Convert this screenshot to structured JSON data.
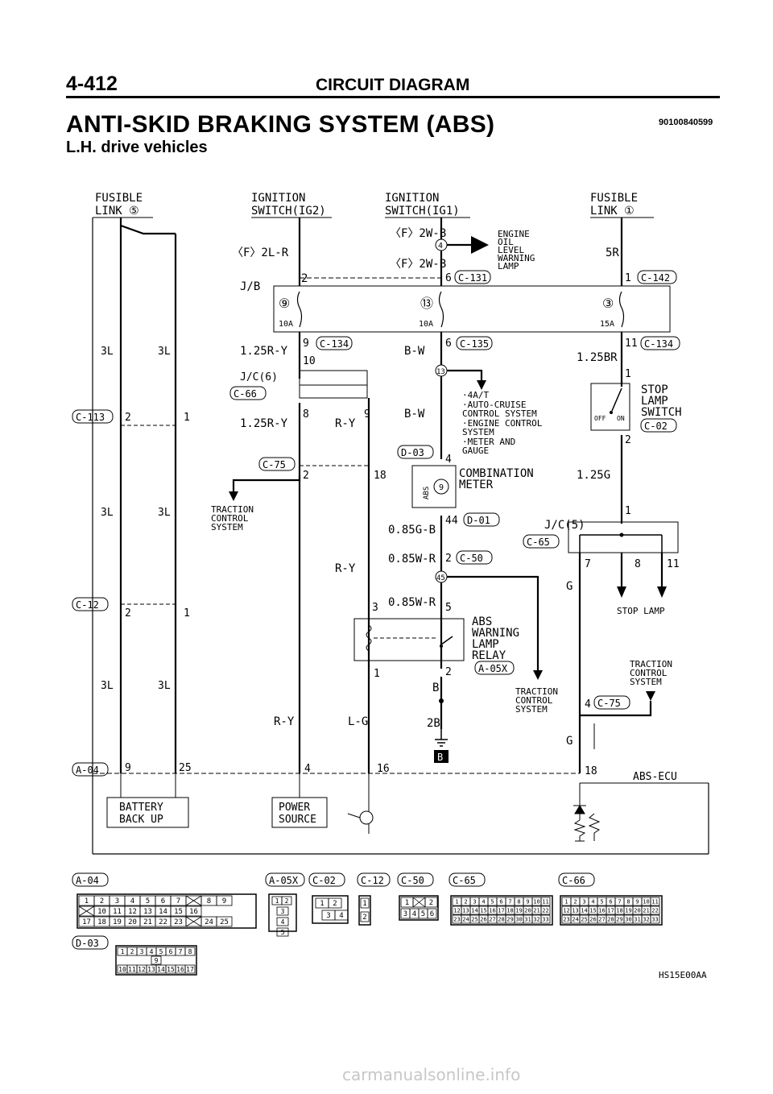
{
  "header": {
    "page_number": "4-412",
    "section": "CIRCUIT DIAGRAM",
    "system_title": "ANTI-SKID BRAKING SYSTEM (ABS)",
    "doc_code": "90100840599",
    "subtitle": "L.H. drive vehicles"
  },
  "diagram": {
    "sources": {
      "fusible_link_5": [
        "FUSIBLE",
        "LINK ⑤"
      ],
      "ign_switch_ig2": [
        "IGNITION",
        "SWITCH(IG2)"
      ],
      "ign_switch_ig1": [
        "IGNITION",
        "SWITCH(IG1)"
      ],
      "fusible_link_1": [
        "FUSIBLE",
        "LINK ①"
      ]
    },
    "wires": {
      "w1": "3L",
      "w2": "3L",
      "w3": "3L",
      "w4": "3L",
      "w5": "3L",
      "w6": "3L",
      "f2l_r": "〈F〉2L-R",
      "f2w_b_1": "〈F〉2W-B",
      "f2w_b_2": "〈F〉2W-B",
      "r5": "5R",
      "w125ry_1": "1.25R-Y",
      "bw_1": "B-W",
      "w125br": "1.25BR",
      "w125ry_2": "1.25R-Y",
      "ry_1": "R-Y",
      "bw_2": "B-W",
      "w125g": "1.25G",
      "w085gb": "0.85G-B",
      "w085wr_1": "0.85W-R",
      "ry_2": "R-Y",
      "w085wr_2": "0.85W-R",
      "ry_3": "R-Y",
      "lg": "L-G",
      "b": "B",
      "b2": "2B",
      "g_1": "G",
      "g_2": "G"
    },
    "connectors": {
      "c113": "C-113",
      "c12": "C-12",
      "a04": "A-04",
      "c131": "C-131",
      "c142": "C-142",
      "c134a": "C-134",
      "c135": "C-135",
      "c134b": "C-134",
      "c66": "C-66",
      "c02": "C-02",
      "c75a": "C-75",
      "d03": "D-03",
      "d01": "D-01",
      "c65": "C-65",
      "c50": "C-50",
      "a05x": "A-05X",
      "c75b": "C-75"
    },
    "pins": {
      "p_c113_2": "2",
      "p_c113_1": "1",
      "p_c12_2": "2",
      "p_c12_1": "1",
      "p_a04_9": "9",
      "p_a04_25": "25",
      "p_jb_2": "2",
      "p_c131_6": "6",
      "p_c142_1": "1",
      "p_c134_9": "9",
      "p_10": "10",
      "p_c135_6": "6",
      "p_c134_11": "11",
      "p_stop_1": "1",
      "p_jc6_8": "8",
      "p_jc6_9": "9",
      "p_stop_2": "2",
      "p_c75_2": "2",
      "p_18": "18",
      "p_d03_4": "4",
      "p_d01_44": "44",
      "p_jc5_1": "1",
      "p_c50_2": "2",
      "p_jc5_7": "7",
      "p_jc5_8": "8",
      "p_jc5_11": "11",
      "p_3": "3",
      "p_relay_5": "5",
      "p_relay_1": "1",
      "p_relay_2": "2",
      "p_c75_4": "4",
      "p_ecu_4": "4",
      "p_ecu_16": "16",
      "p_ecu_18": "18"
    },
    "labels": {
      "jb": "J/B",
      "fuse_9": "⑨",
      "fuse_13": "⑬",
      "fuse_3": "③",
      "amp_10a_1": "10A",
      "amp_10a_2": "10A",
      "amp_15a": "15A",
      "jc6": "J/C(6)",
      "jc5": "J/C(5)",
      "node_13": "13",
      "node_4": "4",
      "node_45": "45",
      "meter_abs": "ABS",
      "meter_9": "9",
      "ground_b": "B",
      "engine_oil": [
        "ENGINE",
        "OIL",
        "LEVEL",
        "WARNING",
        "LAMP"
      ],
      "list_items": [
        "·4A/T",
        "·AUTO-CRUISE",
        " CONTROL SYSTEM",
        "·ENGINE CONTROL",
        " SYSTEM",
        "·METER AND",
        " GAUGE"
      ],
      "stop_lamp_switch": [
        "STOP",
        "LAMP",
        "SWITCH"
      ],
      "switch_off": "OFF",
      "switch_on": "ON",
      "traction_1": [
        "TRACTION",
        "CONTROL",
        "SYSTEM"
      ],
      "combination_meter": [
        "COMBINATION",
        "METER"
      ],
      "stop_lamp": "STOP LAMP",
      "abs_relay": [
        "ABS",
        "WARNING",
        "LAMP",
        "RELAY"
      ],
      "traction_2": [
        "TRACTION",
        "CONTROL",
        "SYSTEM"
      ],
      "traction_3": [
        "TRACTION",
        "CONTROL",
        "SYSTEM"
      ],
      "abs_ecu": "ABS-ECU",
      "battery_backup": [
        "BATTERY",
        "BACK UP"
      ],
      "power_source": [
        "POWER",
        "SOURCE"
      ]
    },
    "connector_views": {
      "a04_label": "A-04",
      "a04_row1": [
        "1",
        "2",
        "3",
        "4",
        "5",
        "6",
        "7",
        "",
        "8",
        "9"
      ],
      "a04_row2": [
        "",
        "10",
        "11",
        "12",
        "13",
        "14",
        "15",
        "16"
      ],
      "a04_row3": [
        "17",
        "18",
        "19",
        "20",
        "21",
        "22",
        "23",
        "",
        "24",
        "25"
      ],
      "a05x_label": "A-05X",
      "a05x_cells": [
        "1",
        "2",
        "3",
        "4",
        "5"
      ],
      "c02_label": "C-02",
      "c02_cells": [
        "1",
        "2",
        "3",
        "4"
      ],
      "c12_label": "C-12",
      "c12_cells": [
        "1",
        "2"
      ],
      "c50_label": "C-50",
      "c50_cells": [
        "1",
        "",
        "2",
        "3",
        "4",
        "5",
        "6"
      ],
      "c65_label": "C-65",
      "c65_row1": [
        "1",
        "2",
        "3",
        "4",
        "5",
        "6",
        "7",
        "8",
        "9",
        "10",
        "11"
      ],
      "c65_row2": [
        "12",
        "13",
        "14",
        "15",
        "16",
        "17",
        "18",
        "19",
        "20",
        "21",
        "22"
      ],
      "c65_row3": [
        "23",
        "24",
        "25",
        "26",
        "27",
        "28",
        "29",
        "30",
        "31",
        "32",
        "33"
      ],
      "c66_label": "C-66",
      "c66_row1": [
        "1",
        "2",
        "3",
        "4",
        "5",
        "6",
        "7",
        "8",
        "9",
        "10",
        "11"
      ],
      "c66_row2": [
        "12",
        "13",
        "14",
        "15",
        "16",
        "17",
        "18",
        "19",
        "20",
        "21",
        "22"
      ],
      "c66_row3": [
        "23",
        "24",
        "25",
        "26",
        "27",
        "28",
        "29",
        "30",
        "31",
        "32",
        "33"
      ],
      "d03_label": "D-03",
      "d03_row1": [
        "1",
        "2",
        "3",
        "4",
        "5",
        "6",
        "7",
        "8"
      ],
      "d03_mid": "9",
      "d03_row2": [
        "10",
        "11",
        "12",
        "13",
        "14",
        "15",
        "16",
        "17"
      ]
    },
    "figure_code": "HS15E00AA"
  },
  "watermark": "carmanualsonline.info"
}
